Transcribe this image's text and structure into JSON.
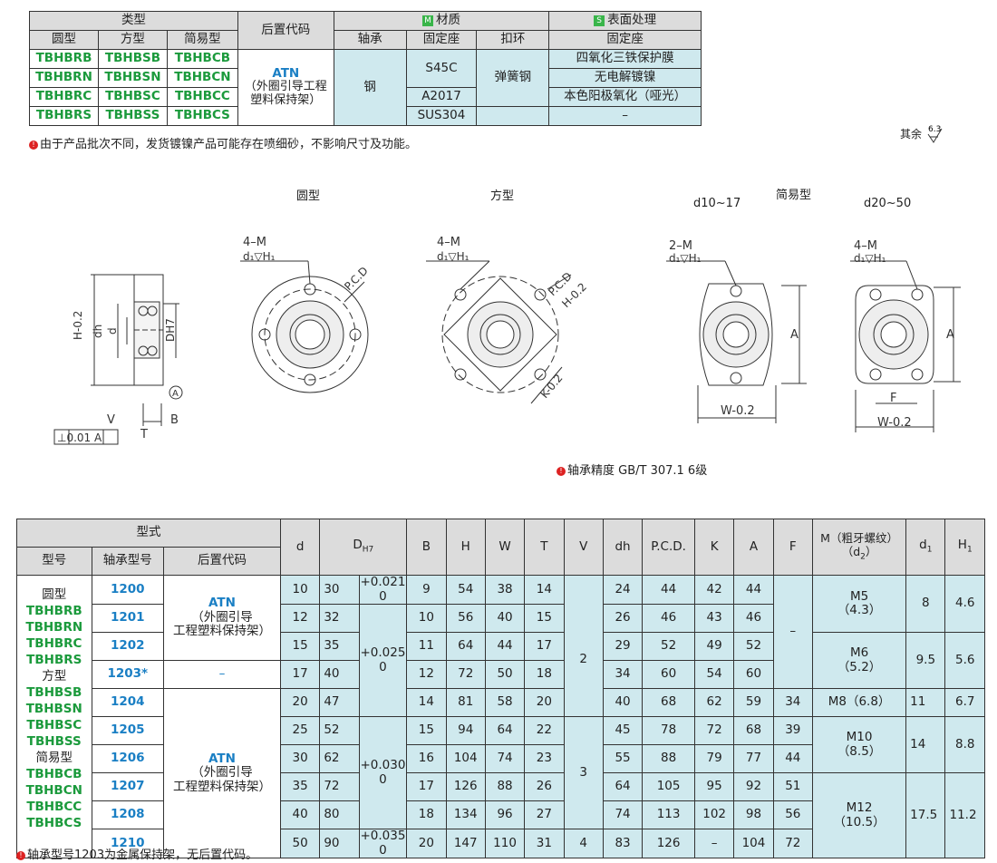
{
  "spec": {
    "hdr_type": "类型",
    "hdr_round": "圆型",
    "hdr_square": "方型",
    "hdr_simple": "简易型",
    "hdr_suffix": "后置代码",
    "hdr_material": "材质",
    "hdr_surface": "表面处理",
    "hdr_bearing": "轴承",
    "hdr_seat": "固定座",
    "hdr_snap": "扣环",
    "hdr_seat2": "固定座",
    "rows": [
      {
        "round": "TBHBRB",
        "square": "TBHBSB",
        "simple": "TBHBCB"
      },
      {
        "round": "TBHBRN",
        "square": "TBHBSN",
        "simple": "TBHBCN"
      },
      {
        "round": "TBHBRC",
        "square": "TBHBSC",
        "simple": "TBHBCC"
      },
      {
        "round": "TBHBRS",
        "square": "TBHBSS",
        "simple": "TBHBCS"
      }
    ],
    "suffix_code": "ATN",
    "suffix_desc": "（外圈引导工程塑料保持架）",
    "bearing_mat": "钢",
    "seat_mats": [
      "S45C",
      "A2017",
      "SUS304"
    ],
    "snap_mat": "弹簧钢",
    "surfaces": [
      "四氧化三铁保护膜",
      "无电解镀镍",
      "本色阳极氧化（哑光）",
      "–"
    ],
    "badge_m": "M",
    "badge_s": "S",
    "note": "由于产品批次不同，发货镀镍产品可能存在喷细砂，不影响尺寸及功能。",
    "other": "其余",
    "roughness": "6.3"
  },
  "drawing": {
    "label_round": "圆型",
    "label_square": "方型",
    "label_simple": "简易型",
    "range1": "d10~17",
    "range2": "d20~50",
    "callout_4m": "4–M",
    "callout_2m": "2–M",
    "callout_sub": "d₁▽H₁",
    "precision_note": "轴承精度 GB/T 307.1 6级"
  },
  "dims": {
    "hdr_form": "型式",
    "hdr_model": "型号",
    "hdr_bearing_no": "轴承型号",
    "hdr_suffix": "后置代码",
    "cols": [
      "d",
      "DH7",
      "B",
      "H",
      "W",
      "T",
      "V",
      "dh",
      "P.C.D.",
      "K",
      "A",
      "F",
      "M（粗牙螺纹）(d2)",
      "d1",
      "H1"
    ],
    "col_labels": {
      "d": "d",
      "dh7": "D",
      "dh7_sub": "H7",
      "b": "B",
      "h": "H",
      "w": "W",
      "t": "T",
      "v": "V",
      "dh": "dh",
      "pcd": "P.C.D.",
      "k": "K",
      "a": "A",
      "f": "F",
      "m_top": "M（粗牙螺纹）",
      "m_bot": "（d",
      "m_bot_sub": "2",
      "m_bot_end": "）",
      "d1": "d",
      "d1_sub": "1",
      "h1": "H",
      "h1_sub": "1"
    },
    "models": [
      "圆型",
      "TBHBRB",
      "TBHBRN",
      "TBHBRC",
      "TBHBRS",
      "方型",
      "TBHBSB",
      "TBHBSN",
      "TBHBSC",
      "TBHBSS",
      "简易型",
      "TBHBCB",
      "TBHBCN",
      "TBHBCC",
      "TBHBCS"
    ],
    "suffix_code": "ATN",
    "suffix_l1": "（外圈引导",
    "suffix_l2": "工程塑料保持架）",
    "dash": "–",
    "rows": [
      {
        "bn": "1200",
        "d": "10",
        "D": "30",
        "tol": "+0.021",
        "B": "9",
        "H": "54",
        "W": "38",
        "T": "14",
        "dh": "24",
        "pcd": "44",
        "K": "42",
        "A": "44"
      },
      {
        "bn": "1201",
        "d": "12",
        "D": "32",
        "B": "10",
        "H": "56",
        "W": "40",
        "T": "15",
        "dh": "26",
        "pcd": "46",
        "K": "43",
        "A": "46"
      },
      {
        "bn": "1202",
        "d": "15",
        "D": "35",
        "tol": "+0.025",
        "B": "11",
        "H": "64",
        "W": "44",
        "T": "17",
        "dh": "29",
        "pcd": "52",
        "K": "49",
        "A": "52"
      },
      {
        "bn": "1203*",
        "d": "17",
        "D": "40",
        "B": "12",
        "H": "72",
        "W": "50",
        "T": "18",
        "dh": "34",
        "pcd": "60",
        "K": "54",
        "A": "60"
      },
      {
        "bn": "1204",
        "d": "20",
        "D": "47",
        "B": "14",
        "H": "81",
        "W": "58",
        "T": "20",
        "dh": "40",
        "pcd": "68",
        "K": "62",
        "A": "59",
        "F": "34",
        "M": "M8（6.8）",
        "d1": "11",
        "H1": "6.7"
      },
      {
        "bn": "1205",
        "d": "25",
        "D": "52",
        "tol": "+0.030",
        "B": "15",
        "H": "94",
        "W": "64",
        "T": "22",
        "dh": "45",
        "pcd": "78",
        "K": "72",
        "A": "68",
        "F": "39"
      },
      {
        "bn": "1206",
        "d": "30",
        "D": "62",
        "B": "16",
        "H": "104",
        "W": "74",
        "T": "23",
        "dh": "55",
        "pcd": "88",
        "K": "79",
        "A": "77",
        "F": "44"
      },
      {
        "bn": "1207",
        "d": "35",
        "D": "72",
        "B": "17",
        "H": "126",
        "W": "88",
        "T": "26",
        "dh": "64",
        "pcd": "105",
        "K": "95",
        "A": "92",
        "F": "51"
      },
      {
        "bn": "1208",
        "d": "40",
        "D": "80",
        "B": "18",
        "H": "134",
        "W": "96",
        "T": "27",
        "dh": "74",
        "pcd": "113",
        "K": "102",
        "A": "98",
        "F": "56"
      },
      {
        "bn": "1210",
        "d": "50",
        "D": "90",
        "tol": "+0.035",
        "B": "20",
        "H": "147",
        "W": "110",
        "T": "31",
        "V": "4",
        "dh": "83",
        "pcd": "126",
        "K": "–",
        "A": "104",
        "F": "72"
      }
    ],
    "tol_zero": "0",
    "V1": "2",
    "V2": "3",
    "M5": "M5",
    "M5s": "（4.3）",
    "d1_8": "8",
    "H1_46": "4.6",
    "M6": "M6",
    "M6s": "（5.2）",
    "d1_95": "9.5",
    "H1_56": "5.6",
    "M10": "M10",
    "M10s": "（8.5）",
    "d1_14": "14",
    "H1_88": "8.8",
    "M12": "M12",
    "M12s": "（10.5）",
    "d1_175": "17.5",
    "H1_112": "11.2",
    "note": "轴承型号1203为金属保持架，无后置代码。"
  },
  "colors": {
    "header": "#dcdcdc",
    "cell_blue": "#cfe9ee",
    "green_text": "#1b9a3c",
    "warn_red": "#d22",
    "badge_green": "#39b54a"
  }
}
